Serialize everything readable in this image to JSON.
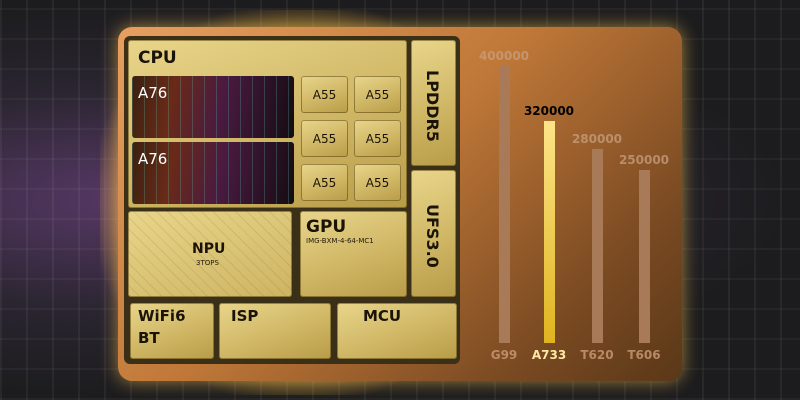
{
  "chip": {
    "cpu": "CPU",
    "big_core": "A76",
    "little_core": "A55",
    "npu": "NPU",
    "npu_perf": "3TOPS",
    "gpu": "GPU",
    "gpu_model": "IMG-BXM-4-64-MC1",
    "memory": "LPDDR5",
    "storage": "UFS3.0",
    "wifi": "WiFi6",
    "bt": "BT",
    "isp": "ISP",
    "mcu": "MCU"
  },
  "chart_data": {
    "type": "bar",
    "categories": [
      "G99",
      "A733",
      "T620",
      "T606"
    ],
    "values": [
      400000,
      320000,
      280000,
      250000
    ],
    "value_labels": [
      "400000",
      "320000",
      "280000",
      "250000"
    ],
    "highlight": "A733",
    "ylim": [
      0,
      400000
    ],
    "colors": {
      "normal": "#a87a58",
      "highlight": "#f0c840"
    }
  }
}
